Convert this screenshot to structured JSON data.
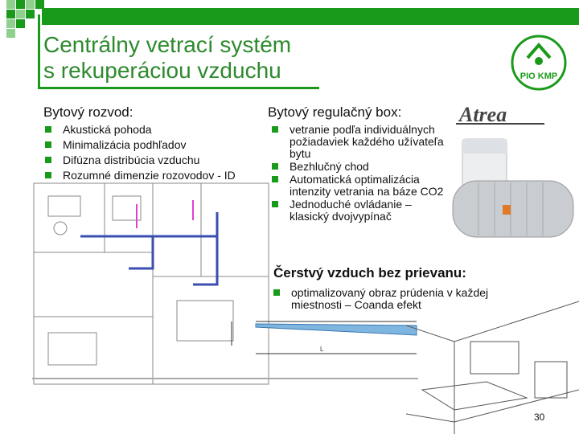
{
  "title": {
    "line1": "Centrálny vetrací systém",
    "line2": "s rekuperáciou vzduchu"
  },
  "logo": {
    "text": "PIO KMP",
    "icon": "pio-kmp-logo"
  },
  "left_section": {
    "heading": "Bytový rozvod:",
    "items": [
      "Akustická pohoda",
      "Minimalizácia podhľadov",
      "Difúzna distribúcia vzduchu",
      "Rozumné dimenzie rozovodov - ID"
    ]
  },
  "right_section": {
    "heading": "Bytový regulačný box:",
    "brand": "Atrea",
    "items": [
      "vetranie podľa individuálnych požiadaviek každého užívateľa bytu",
      "Bezhlučný chod",
      "Automatická optimalizácia intenzity vetrania na báze CO2",
      "Jednoduché ovládanie – klasický dvojvypínač"
    ]
  },
  "fresh_air": {
    "heading": "Čerstvý vzduch bez prievanu:",
    "items": [
      "optimalizovaný obraz prúdenia v každej miestnosti – Coanda efekt"
    ]
  },
  "diagram": {
    "label": "L"
  },
  "page_number": "30",
  "colors": {
    "accent": "#1a9a1a",
    "title": "#2e8a2e"
  }
}
